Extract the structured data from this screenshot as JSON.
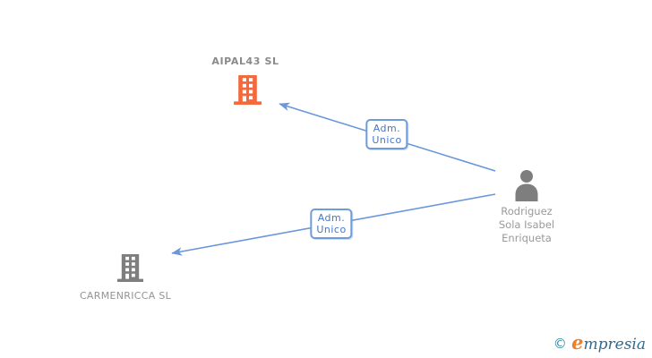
{
  "diagram": {
    "nodes": {
      "aipal43": {
        "label": "AIPAL43 SL",
        "type": "company",
        "icon": "building-icon",
        "highlighted": true
      },
      "carmenricca": {
        "label": "CARMENRICCA SL",
        "type": "company",
        "icon": "building-icon",
        "highlighted": false
      },
      "person": {
        "label": "Rodriguez Sola Isabel Enriqueta",
        "line1": "Rodriguez",
        "line2": "Sola Isabel",
        "line3": "Enriqueta",
        "type": "person",
        "icon": "person-icon",
        "highlighted": false
      }
    },
    "edges": {
      "person_to_aipal43": {
        "from": "Rodriguez Sola Isabel Enriqueta",
        "to": "AIPAL43 SL",
        "label_line1": "Adm.",
        "label_line2": "Unico"
      },
      "person_to_carmenricca": {
        "from": "Rodriguez Sola Isabel Enriqueta",
        "to": "CARMENRICCA SL",
        "label_line1": "Adm.",
        "label_line2": "Unico"
      }
    },
    "colors": {
      "highlight_node": "#F4683C",
      "default_node": "#7E7E7E",
      "edge": "#6A96DC",
      "edge_label_text": "#4377CC",
      "edge_label_border": "#6E9BDC",
      "node_label_text": "#949494"
    }
  },
  "watermark": {
    "copyright_symbol": "©",
    "brand_first_letter": "e",
    "brand_rest": "mpresia"
  }
}
